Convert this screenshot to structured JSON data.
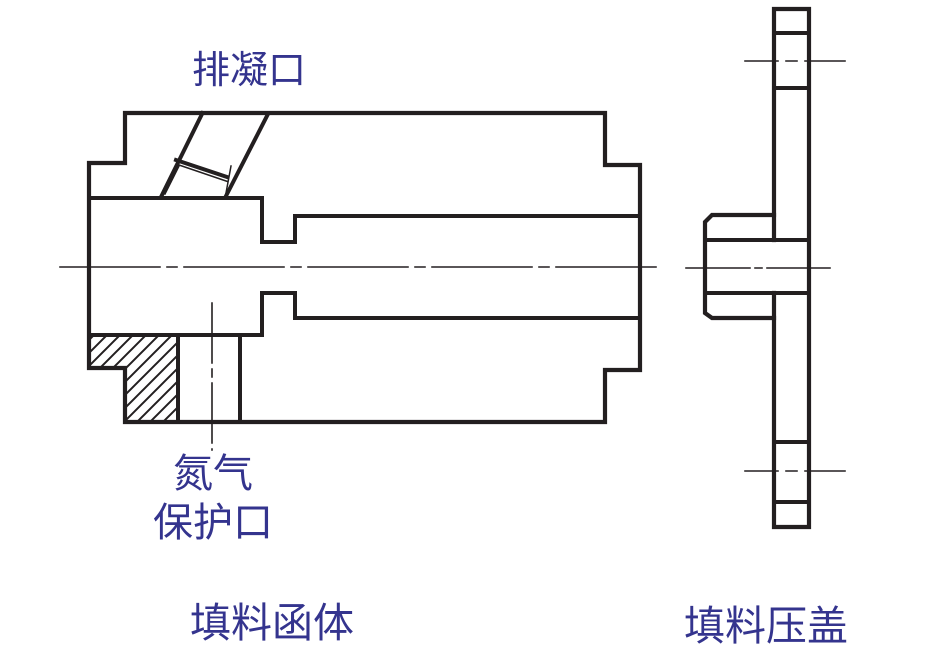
{
  "page": {
    "background_color": "#ffffff"
  },
  "drawing": {
    "line_color": "#231f20",
    "label_color": "#34348e",
    "left_view": {
      "caption": "填料函体",
      "callouts": {
        "drain_port": "排凝口",
        "nitrogen_line1": "氮气",
        "nitrogen_line2": "保护口"
      }
    },
    "right_view": {
      "caption": "填料压盖"
    }
  }
}
